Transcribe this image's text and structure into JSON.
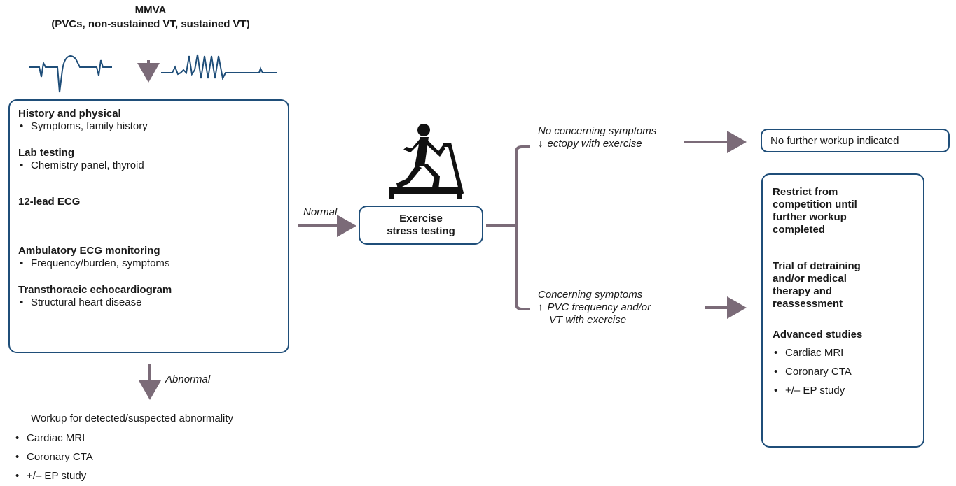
{
  "header": {
    "title": "MMVA",
    "subtitle": "(PVCs, non-sustained VT, sustained VT)"
  },
  "initial_workup": {
    "sections": [
      {
        "heading": "History and physical",
        "items": [
          "Symptoms, family history"
        ]
      },
      {
        "heading": "Lab testing",
        "items": [
          "Chemistry panel, thyroid"
        ]
      },
      {
        "heading": "12-lead ECG",
        "items": []
      },
      {
        "heading": "Ambulatory ECG monitoring",
        "items": [
          "Frequency/burden, symptoms"
        ]
      },
      {
        "heading": "Transthoracic echocardiogram",
        "items": [
          "Structural heart disease"
        ]
      }
    ]
  },
  "arrows": {
    "normal": "Normal",
    "abnormal": "Abnormal"
  },
  "abnormal_workup": {
    "title": "Workup for detected/suspected abnormality",
    "items": [
      "Cardiac MRI",
      "Coronary CTA",
      "+/– EP study"
    ]
  },
  "stress_test": {
    "line1": "Exercise",
    "line2": "stress testing"
  },
  "branch_top": {
    "line1": "No concerning symptoms",
    "arrow": "↓",
    "line2": "ectopy with exercise"
  },
  "branch_bottom": {
    "line1": "Concerning symptoms",
    "arrow": "↑",
    "line2": "PVC frequency and/or",
    "line3": "VT with exercise"
  },
  "no_workup": "No further workup indicated",
  "restrict_box": {
    "restrict": [
      "Restrict from",
      "competition until",
      "further workup",
      "completed"
    ],
    "trial": [
      "Trial of detraining",
      "and/or medical",
      "therapy and",
      "reassessment"
    ],
    "advanced_heading": "Advanced studies",
    "advanced_items": [
      "Cardiac MRI",
      "Coronary CTA",
      "+/– EP study"
    ]
  },
  "colors": {
    "box_border": "#1f4e79",
    "arrow": "#7b6b78",
    "ecg": "#1f4e79"
  },
  "icons": [
    "treadmill-runner-icon",
    "ecg-trace-icon"
  ]
}
